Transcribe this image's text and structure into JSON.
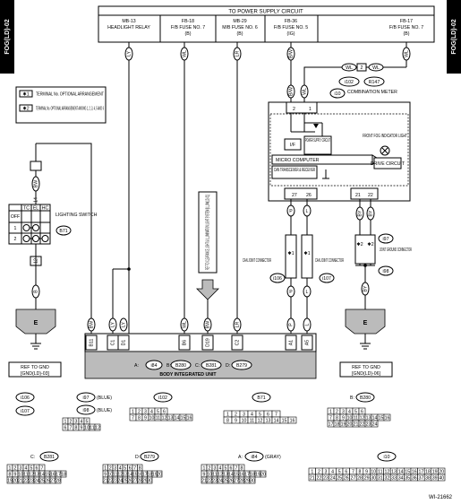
{
  "side_tab": "FOG(LD)-02",
  "top_title": "TO POWER SUPPLY CIRCUIT",
  "fuses": [
    {
      "line1": "MB-13",
      "line2": "HEADLIGHT RELAY",
      "line3": "",
      "wire": "LY"
    },
    {
      "line1": "FB-18",
      "line2": "F/B FUSE NO. 7",
      "line3": "(B)",
      "wire": "WL"
    },
    {
      "line1": "MB-29",
      "line2": "M/B FUSE NO. 6",
      "line3": "(B)",
      "wire": "LR"
    },
    {
      "line1": "FB-36",
      "line2": "F/B FUSE NO. 5",
      "line3": "(IG)",
      "wire": "B/W"
    },
    {
      "line1": "FB-17",
      "line2": "F/B FUSE NO. 7",
      "line3": "(B)",
      "wire": "WL"
    }
  ],
  "legend": [
    {
      "mark": "✱1",
      "text": "TERMINAL No. OPTIONAL ARRANGEMENT"
    },
    {
      "mark": "✱2",
      "text": "TERMINAL No. OPTIONAL ARRANGEMENT AMONG 1, 2, 3, 4, 5 AND 6"
    }
  ],
  "meter": {
    "label": "COMBINATION METER",
    "id": "i10",
    "c1": "i102",
    "c2": "R147",
    "wire_left": "WL",
    "wire_mid": "2",
    "wire_right": "WL",
    "power_supply": "POWER SUPPLY CIRCUIT",
    "if": "I/F",
    "indicator": "FRONT FOG INDICATOR LIGHT",
    "micro": "MICRO COMPUTER",
    "can": "CAN TRANSCEIVER & RECEIVER",
    "drive": "DRIVE CIRCUIT",
    "pin_top1": "2",
    "pin_top2": "1",
    "pins_bottom": [
      "27",
      "26",
      "21",
      "22"
    ]
  },
  "lighting_switch": {
    "label": "LIGHTING SWITCH",
    "id": "B71",
    "headers": [
      "TC",
      "EL",
      "HC"
    ],
    "rows": [
      "OFF",
      "1",
      "2"
    ],
    "wire_top": "BW",
    "wire_bottom": "B",
    "pin_top": "14",
    "pin_bottom": "12"
  },
  "left_ground": {
    "label": "E",
    "ref": "REF TO GND",
    "ref2": "[GND(LD)-03]"
  },
  "right_ground": {
    "label": "E",
    "ref": "REF TO GND",
    "ref2": "[GND(LD)-06]"
  },
  "ref_box": "REF TO CLEARANCE LIGHT & ILLUMINATION LIGHT SYSTEM [ILLUM(LD)-01]",
  "can_joint_1": {
    "label": "CAN JOINT CONNECTOR",
    "id": "i106"
  },
  "can_joint_2": {
    "label": "CAN JOINT CONNECTOR",
    "id": "i107"
  },
  "joint_ground": {
    "label": "JOINT GROUND CONNECTOR",
    "id1": "i97",
    "id2": "i98"
  },
  "biu": {
    "label": "BODY INTEGRATED UNIT",
    "legend_a": "A:",
    "legend_b": "B:",
    "legend_c": "C:",
    "legend_d": "D:",
    "conn_a": "i84",
    "conn_b": "B280",
    "conn_c": "B281",
    "conn_d": "B279",
    "pins": [
      {
        "pin": "B11",
        "wire": "BW"
      },
      {
        "pin": "C1",
        "wire": "LY"
      },
      {
        "pin": "D1",
        "wire": "LY"
      },
      {
        "pin": "B6",
        "wire": "WL"
      },
      {
        "pin": "D19",
        "wire": "BW"
      },
      {
        "pin": "C2",
        "wire": "LR"
      },
      {
        "pin": "A1",
        "wire": "P"
      },
      {
        "pin": "A5",
        "wire": "L"
      }
    ]
  },
  "wires": {
    "can_p": "P",
    "can_l": "L",
    "g_by": "BY",
    "g_b": "B",
    "g_star2": "✱2",
    "g_star1": "✱1"
  },
  "connectors": [
    {
      "id": "i106",
      "note": ""
    },
    {
      "id": "i107",
      "note": ""
    },
    {
      "id": "i97",
      "note": "(BLUE)"
    },
    {
      "id": "i98",
      "note": "(BLUE)"
    },
    {
      "id": "i102",
      "note": ""
    },
    {
      "id": "B71",
      "note": ""
    },
    {
      "id": "B280",
      "note": ""
    },
    {
      "id": "B281",
      "note": ""
    },
    {
      "id": "B279",
      "note": ""
    },
    {
      "id": "i84",
      "note": "(GRAY)"
    },
    {
      "id": "i10",
      "note": ""
    }
  ],
  "conn_prefix": {
    "b280": "B:",
    "b281": "C:",
    "b279": "D:",
    "i84": "A:"
  },
  "pin_rows": {
    "i97": [
      "1 2 3 4 5",
      "6 7 8 9 10 11 12"
    ],
    "i102": [
      "1 2 3 4 5 6",
      "7 8 9 10 11 12 13 14 15 16"
    ],
    "b71": [
      "1 2 3 4 5 6 7",
      "8 9 10 11 12 13 14 15 16"
    ],
    "b280": [
      "1 2 3 4 5 6",
      "7 8 9 10 11 12 13 14 15 16",
      "17 18 19 20 21 22 23 24"
    ],
    "b281": [
      "1 2 3 4 5 6 7",
      "8 9 10 11 12 13 14 15 16 17 18",
      "19 20 21 22 23 24 25 26 27 28"
    ],
    "b279": [
      "1 2 3 4 5 6 7 8",
      "9 10 11 12 13 14 15 16 17 18 19 20",
      "21 22 23 24 25 26 27 28 29 30"
    ],
    "i84": [
      "1 2 3 4 5 6 7 8",
      "9 10 11 12 13 14 15 16 17 18 19 20",
      "21 22 23 24 25 26 27 28 29 30"
    ],
    "i10": [
      "1 2 3 4 5 6 7 8 9 10 11 12 13 14 15 16 17 18 19 20",
      "21 22 23 24 25 26 27 28 29 30 31 32 33 34 35 36 37 38 39 40"
    ]
  },
  "footer_code": "WI-21662"
}
